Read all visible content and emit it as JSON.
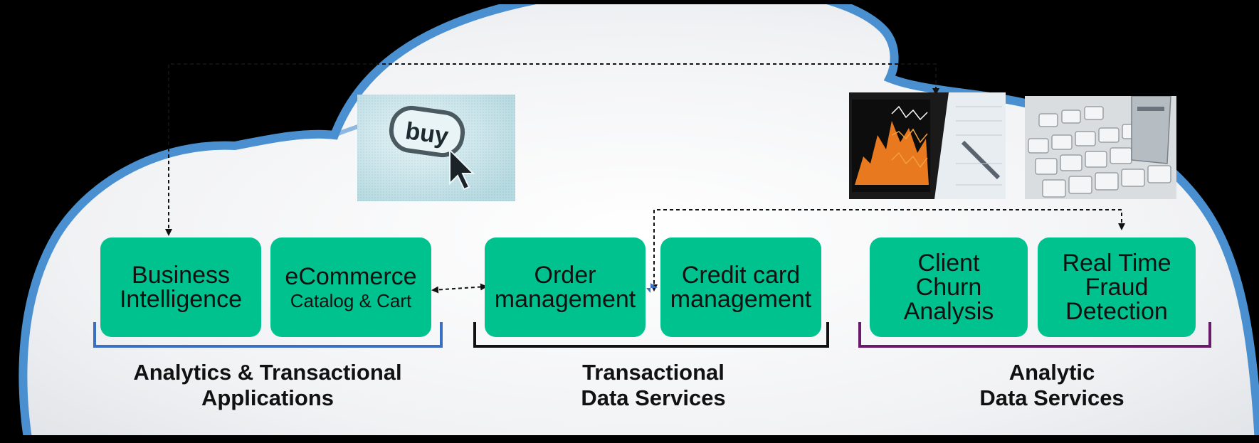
{
  "colors": {
    "background": "#000000",
    "cloud_fill": "#eef0f2",
    "cloud_outline": "#4a90d0",
    "box_fill": "#00c28f",
    "text": "#111111",
    "bracket_analytics_transactional": "#3b6fc2",
    "bracket_transactional": "#111111",
    "bracket_analytic": "#6a1a6a",
    "connector": "#111111",
    "small_arrow": "#3b6fc2"
  },
  "boxes": {
    "business_intelligence": {
      "line1": "Business",
      "line2": "Intelligence"
    },
    "ecommerce": {
      "line1": "eCommerce",
      "line2": "Catalog & Cart"
    },
    "order_management": {
      "line1": "Order",
      "line2": "management"
    },
    "credit_card_management": {
      "line1": "Credit card",
      "line2": "management"
    },
    "client_churn_analysis": {
      "line1": "Client",
      "line2": "Churn",
      "line3": "Analysis"
    },
    "real_time_fraud_detection": {
      "line1": "Real Time",
      "line2": "Fraud",
      "line3": "Detection"
    }
  },
  "groups": {
    "analytics_transactional": {
      "line1": "Analytics & Transactional",
      "line2": "Applications"
    },
    "transactional": {
      "line1": "Transactional",
      "line2": "Data Services"
    },
    "analytic": {
      "line1": "Analytic",
      "line2": "Data Services"
    }
  },
  "images": {
    "buy_button": {
      "icon": "buy-button-cursor-photo",
      "text": "buy"
    },
    "financial_chart": {
      "icon": "tablet-stock-chart-photo"
    },
    "keyboard_card": {
      "icon": "keyboard-credit-card-photo"
    }
  }
}
